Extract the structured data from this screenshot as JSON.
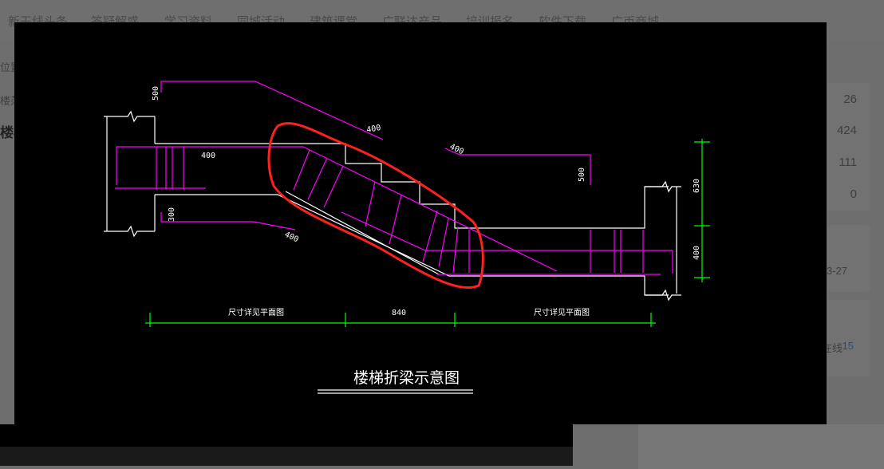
{
  "nav": {
    "items": [
      "新干线头条",
      "答疑解惑",
      "学习资料",
      "同城活动",
      "建筑课堂",
      "广联达产品",
      "培训报名",
      "软件下载",
      "广币商城"
    ]
  },
  "left": {
    "crumb1": "位置",
    "crumb2": "楼范",
    "heading": "楼梯"
  },
  "sidebar": {
    "stats": [
      "26",
      "424",
      "111",
      "0"
    ],
    "date_fragment": "3-27",
    "online_fragment": "在线",
    "online_count": "15"
  },
  "drawing": {
    "title": "楼梯折梁示意图",
    "dims": {
      "d500_top": "500",
      "d400_a": "400",
      "d400_b": "400",
      "d400_c": "400",
      "d500_right": "500",
      "d300": "300",
      "d400_d": "400",
      "d630": "630",
      "d400_e": "400",
      "dim_left": "尺寸详见平面图",
      "dim_mid": "840",
      "dim_right": "尺寸详见平面图"
    },
    "colors": {
      "beam": "#ff00ff",
      "outline": "#ffffff",
      "dimension": "#00ff00",
      "markup": "#ff2020"
    }
  }
}
